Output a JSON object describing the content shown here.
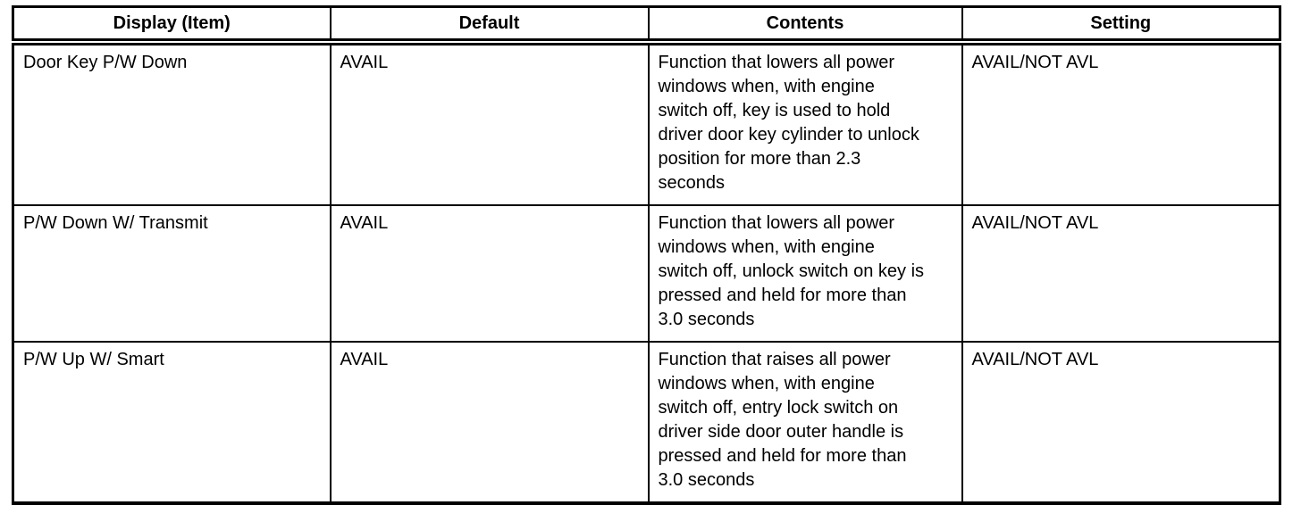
{
  "table": {
    "columns": [
      {
        "label": "Display (Item)"
      },
      {
        "label": "Default"
      },
      {
        "label": "Contents"
      },
      {
        "label": "Setting"
      }
    ],
    "rows": [
      {
        "display": "Door Key P/W Down",
        "default": "AVAIL",
        "contents": "Function that lowers all power\nwindows when, with engine\nswitch off, key is used to hold\ndriver door key cylinder to unlock\nposition for more than 2.3\nseconds",
        "setting": "AVAIL/NOT AVL"
      },
      {
        "display": "P/W Down W/ Transmit",
        "default": "AVAIL",
        "contents": "Function that lowers all power\nwindows when, with engine\nswitch off, unlock switch on key is\npressed and held for more than\n3.0 seconds",
        "setting": "AVAIL/NOT AVL"
      },
      {
        "display": "P/W Up W/ Smart",
        "default": "AVAIL",
        "contents": "Function that raises all power\nwindows when, with engine\nswitch off, entry lock switch on\ndriver side door outer handle is\npressed and held for more than\n3.0 seconds",
        "setting": "AVAIL/NOT AVL"
      }
    ],
    "colors": {
      "border": "#000000",
      "text": "#000000",
      "background": "#ffffff"
    }
  }
}
